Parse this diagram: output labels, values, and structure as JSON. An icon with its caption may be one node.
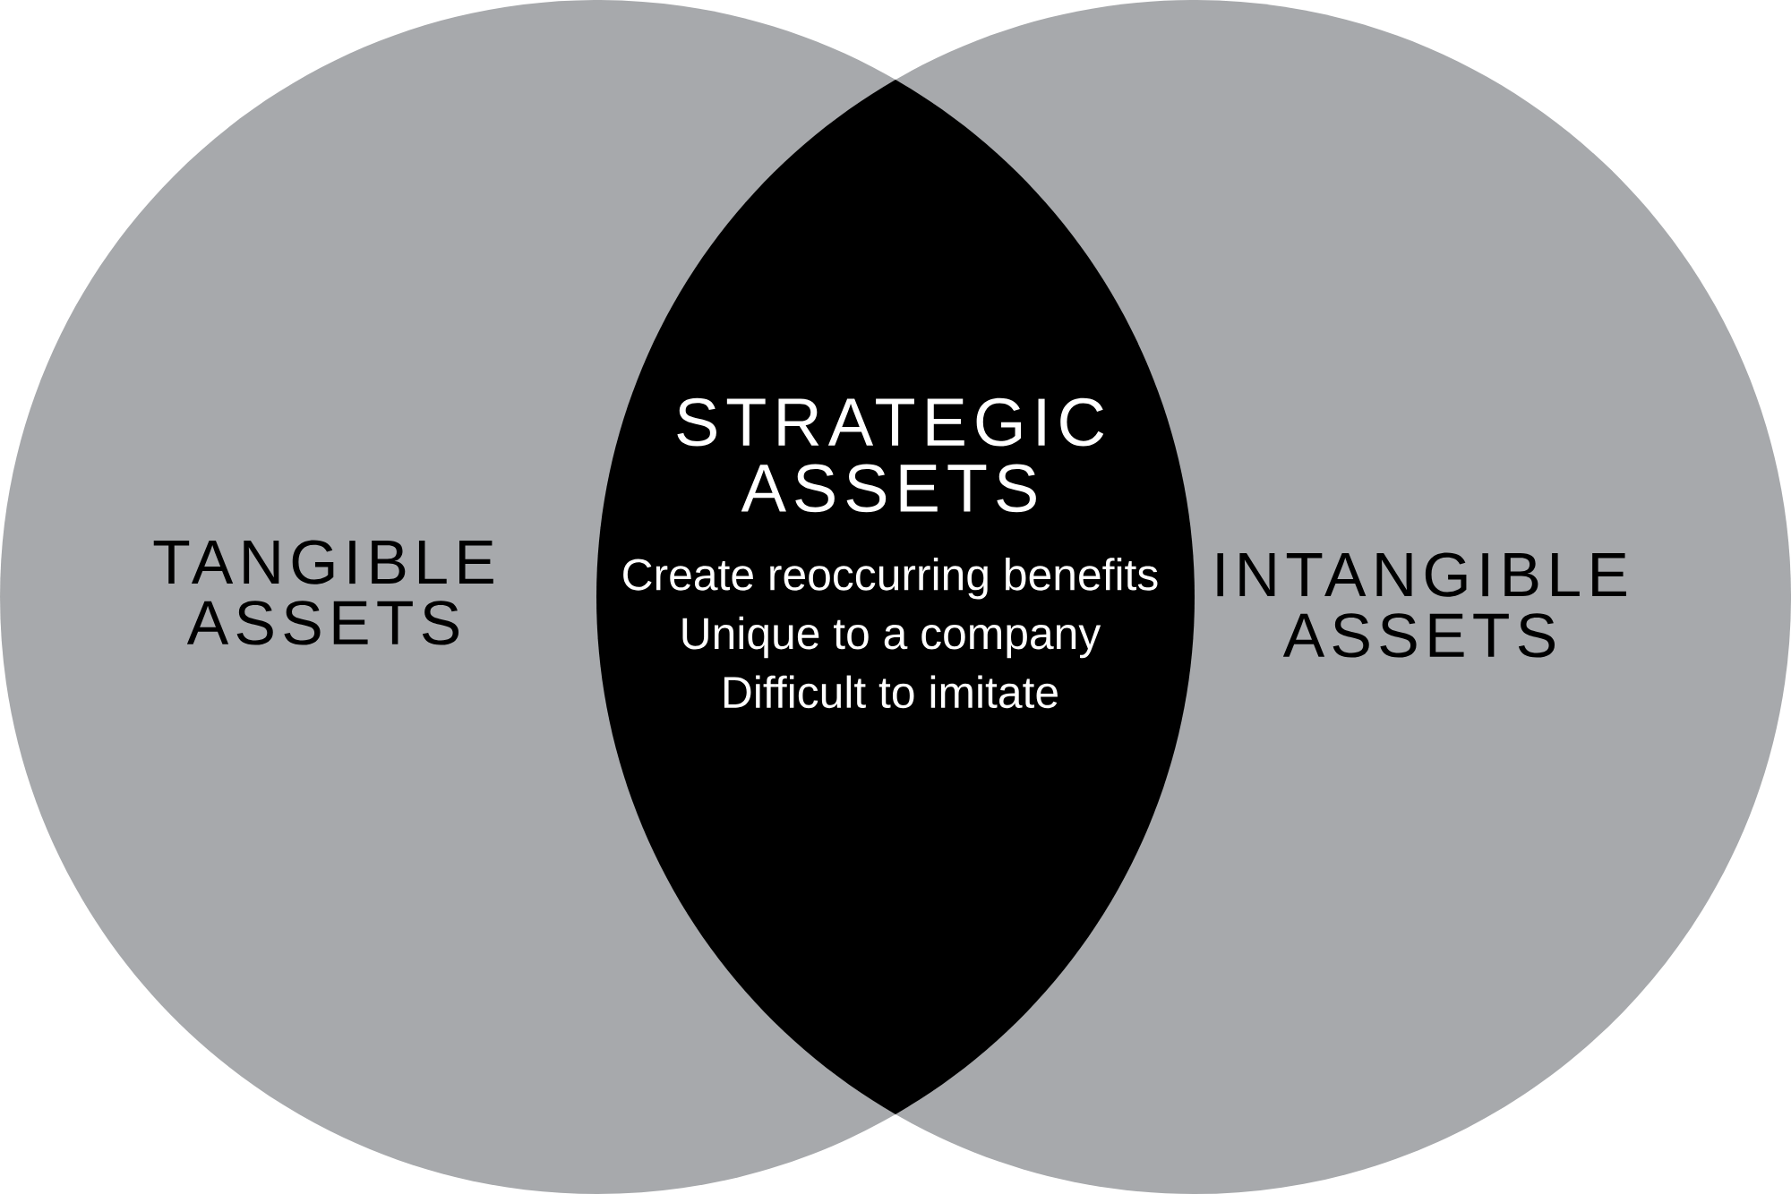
{
  "diagram": {
    "nodes": [
      {
        "text": [
          "TANGIBLE ASSETS"
        ]
      },
      {
        "text": [
          "INTANGIBLE ASSETS"
        ]
      },
      {
        "text": [
          "STRATEGIC ASSETS",
          "Create reoccurring benefits",
          "Unique to a company",
          "Difficult to imitate"
        ]
      }
    ]
  }
}
